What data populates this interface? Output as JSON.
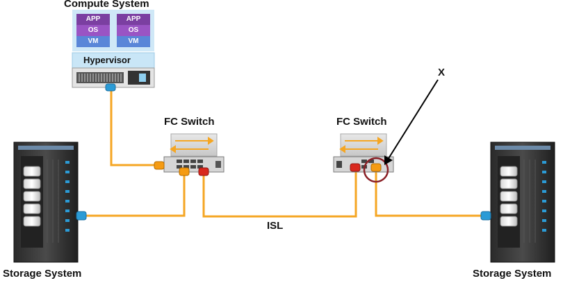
{
  "labels": {
    "compute": "Compute System",
    "app": "APP",
    "os": "OS",
    "vm": "VM",
    "hypervisor": "Hypervisor",
    "switch": "FC Switch",
    "isl": "ISL",
    "marker": "X",
    "storage": "Storage System"
  },
  "colors": {
    "cable": "#f5a623",
    "port_orange": "#f59b12",
    "port_red": "#d9281e",
    "port_blue": "#2b9bd6",
    "marker_circle": "#8a1f25"
  }
}
